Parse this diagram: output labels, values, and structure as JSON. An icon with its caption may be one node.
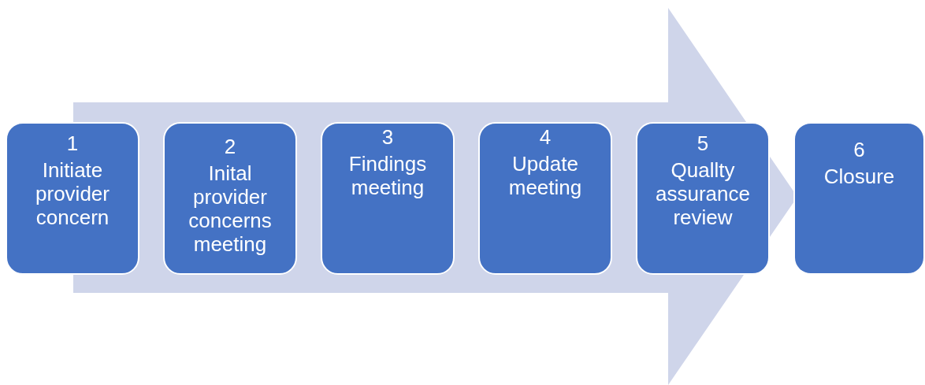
{
  "diagram": {
    "nodes": [
      {
        "text": [
          "1",
          "Initiate provider concern"
        ]
      },
      {
        "text": [
          "2",
          "Inital provider concerns meeting"
        ]
      },
      {
        "text": [
          "3",
          "Findings meeting"
        ]
      },
      {
        "text": [
          "4",
          "Update meeting"
        ]
      },
      {
        "text": [
          "5",
          "Quallty assurance review"
        ]
      },
      {
        "text": [
          "6",
          "Closure"
        ]
      }
    ],
    "edges": [
      {
        "from": 0,
        "to": 5,
        "arrow": "to"
      }
    ]
  }
}
